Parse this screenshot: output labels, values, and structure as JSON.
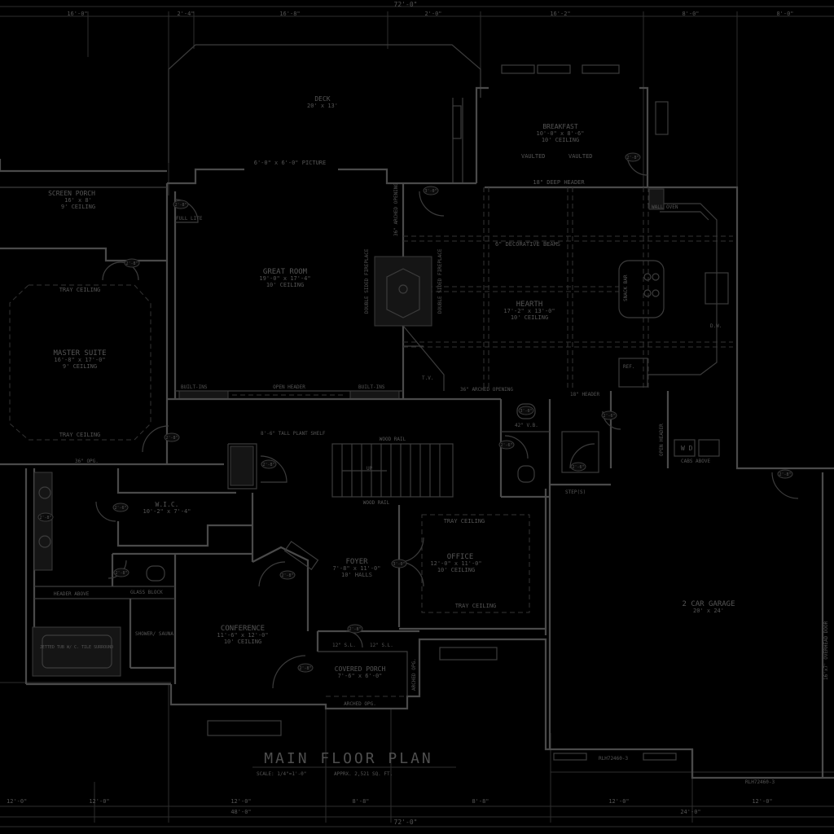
{
  "title": "MAIN FLOOR PLAN",
  "scale": "SCALE: 1/4\"=1'-0\"",
  "area": "APPRX. 2,521 SQ. FT.",
  "dims": {
    "overall_top": "72'-0\"",
    "overall_bottom": "72'-0\"",
    "top_1": "16'-0\"",
    "top_2": "2'-4\"",
    "top_3": "16'-8\"",
    "top_4": "2'-0\"",
    "top_5": "16'-2\"",
    "top_6": "8'-0\"",
    "top_7": "8'-0\"",
    "bot_1": "12'-0\"",
    "bot_2": "12'-0\"",
    "bot_3": "12'-0\"",
    "bot_4": "8'-8\"",
    "bot_5": "8'-8\"",
    "bot_6": "12'-0\"",
    "bot_7": "12'-0\"",
    "bot_sub_1": "48'-0\"",
    "bot_sub_2": "24'-0\""
  },
  "rooms": {
    "deck": {
      "name": "DECK",
      "size": "20' x 13'"
    },
    "breakfast": {
      "name": "BREAKFAST",
      "size": "10'-0\" x 8'-6\"",
      "ceiling": "10' CEILING"
    },
    "screen_porch": {
      "name": "SCREEN PORCH",
      "size": "16' x 8'",
      "ceiling": "9' CEILING"
    },
    "great_room": {
      "name": "GREAT ROOM",
      "size": "19'-0\" x 17'-4\"",
      "ceiling": "10' CEILING"
    },
    "hearth": {
      "name": "HEARTH",
      "size": "17'-2\" x 13'-0\"",
      "ceiling": "10' CEILING"
    },
    "master_suite": {
      "name": "MASTER SUITE",
      "size": "16'-8\" x 17'-0\"",
      "ceiling": "9' CEILING"
    },
    "wic": {
      "name": "W.I.C.",
      "size": "10'-2\" x 7'-4\""
    },
    "foyer": {
      "name": "FOYER",
      "size": "7'-8\" x 11'-0\"",
      "ceiling": "10' HALLS"
    },
    "office": {
      "name": "OFFICE",
      "size": "12'-0\" x 11'-0\"",
      "ceiling": "10' CEILING"
    },
    "conference": {
      "name": "CONFERENCE",
      "size": "11'-6\" x 12'-0\"",
      "ceiling": "10' CEILING"
    },
    "covered_porch": {
      "name": "COVERED PORCH",
      "size": "7'-6\" x 6'-0\""
    },
    "garage": {
      "name": "2 CAR GARAGE",
      "size": "20' x 24'"
    }
  },
  "notes": {
    "picture": "6'-0\" x 6'-0\" PICTURE",
    "deep_header": "18\" DEEP HEADER",
    "vaulted_1": "VAULTED",
    "vaulted_2": "VAULTED",
    "decorative_beams": "6\" DECORATIVE BEAMS",
    "tray_ceiling_1": "TRAY CEILING",
    "tray_ceiling_2": "TRAY CEILING",
    "tray_ceiling_3": "TRAY CEILING",
    "tray_ceiling_4": "TRAY CEILING",
    "built_ins_1": "BUILT-INS",
    "built_ins_2": "BUILT-INS",
    "open_header": "OPEN HEADER",
    "arched_opening": "36\" ARCHED OPENING",
    "header_18": "18\" HEADER",
    "plant_shelf": "8'-6\" TALL PLANT SHELF",
    "wood_rail_1": "WOOD RAIL",
    "wood_rail_2": "WOOD RAIL",
    "up": "UP",
    "opg": "36\" OPG.",
    "header_above": "HEADER ABOVE",
    "glass_block": "GLASS BLOCK",
    "shower": "SHOWER/ SAUNA",
    "jetted_tub": "JETTED TUB W/ C. TILE SURROUND",
    "steps": "STEP(S)",
    "vb": "42\" V.B.",
    "snack_bar": "SNACK BAR",
    "ref": "REF.",
    "dw": "D.W.",
    "tv": "T.V.",
    "wall_oven": "WALL OVEN",
    "full_lite": "FULL LITE",
    "double_fp_1": "DOUBLE SIDED FIREPLACE",
    "double_fp_2": "DOUBLE SIDED FIREPLACE",
    "arched_opg": "ARCHED OPG.",
    "sl_1": "12\" S.L.",
    "sl_2": "12\" S.L.",
    "arched_opg_v": "ARCHED OPG.",
    "overhead_door": "16'x7' OVERHEAD DOOR",
    "window_code_1": "RLH72460-3",
    "window_code_2": "RLH72460-3",
    "open_header_v": "OPEN HEADER",
    "wd": "W  D",
    "cabs_above": "CABS ABOVE",
    "arched_v": "36\" ARCHED OPENING"
  },
  "door_tags": [
    "2'-8\"",
    "2'-8\"",
    "3'-0\"",
    "2'-8\"",
    "2'-8\"",
    "2'-6\"",
    "2'-6\"",
    "2'-8\"",
    "2'-6\"",
    "2'-8\"",
    "2'-8\"",
    "3'-0\"",
    "2'-8\"",
    "2'-8\"",
    "2'-6\"",
    "2'-8\"",
    "3'-0\"",
    "2'-8\""
  ]
}
